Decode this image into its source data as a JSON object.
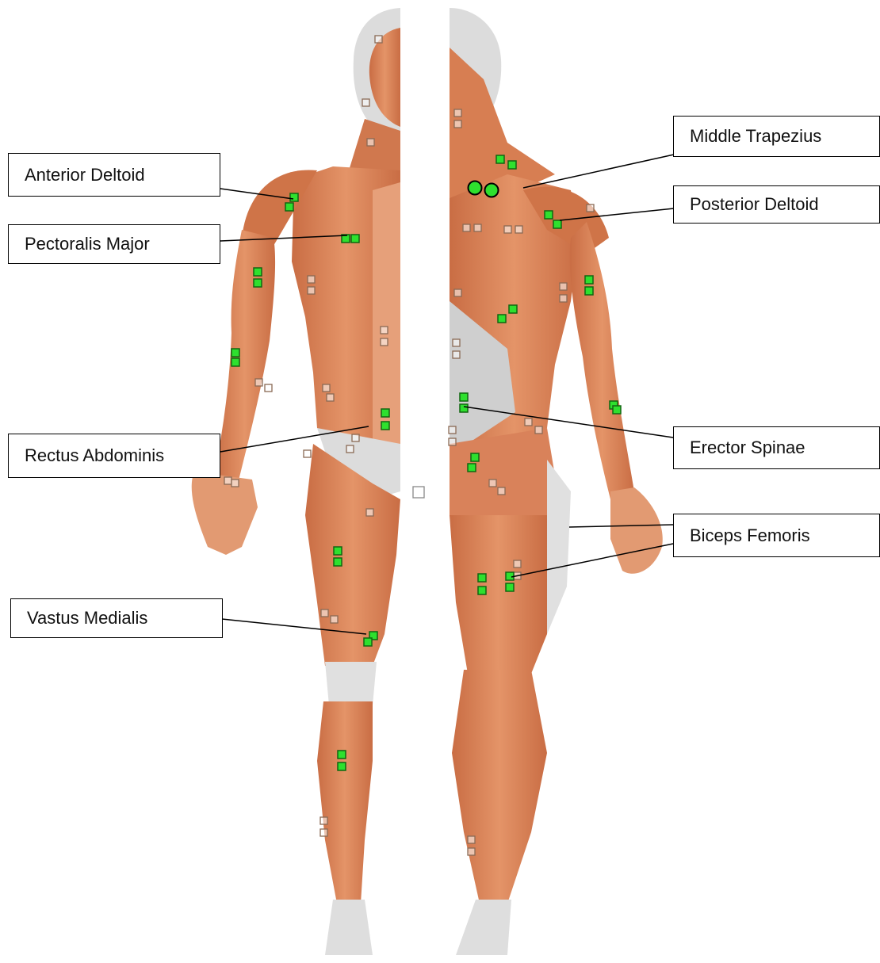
{
  "labels": {
    "anterior_deltoid": "Anterior Deltoid",
    "pectoralis_major": "Pectoralis Major",
    "rectus_abdominis": "Rectus Abdominis",
    "vastus_medialis": "Vastus Medialis",
    "middle_trapezius": "Middle Trapezius",
    "posterior_deltoid": "Posterior Deltoid",
    "erector_spinae": "Erector Spinae",
    "biceps_femoris": "Biceps Femoris"
  },
  "colors": {
    "muscle": "#d9845a",
    "muscle_dark": "#b9613b",
    "tendon": "#e4e4e4",
    "electrode_active": "#2ee02e",
    "electrode_inactive_border": "#8a6a55",
    "leader_line": "#000000"
  },
  "icons": {
    "active_electrode": "green-square-electrode-icon",
    "inactive_electrode": "hollow-square-electrode-icon",
    "reference_electrode": "green-circle-electrode-icon"
  }
}
